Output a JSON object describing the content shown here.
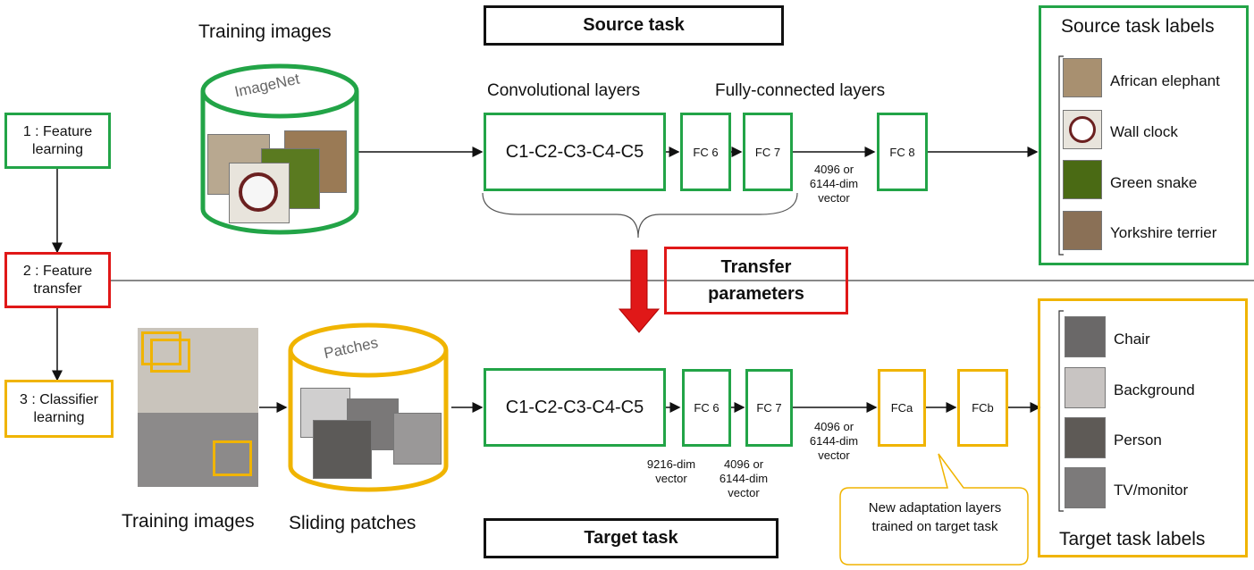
{
  "headers": {
    "source_task": "Source task",
    "target_task": "Target task",
    "training_images_top": "Training images",
    "training_images_bottom": "Training images",
    "sliding_patches": "Sliding patches"
  },
  "steps": {
    "step1": "1 : Feature learning",
    "step2": "2 : Feature transfer",
    "step3": "3 : Classifier learning"
  },
  "cylinders": {
    "imagenet": "ImageNet",
    "patches": "Patches"
  },
  "source_net": {
    "conv_title": "Convolutional layers",
    "fc_title": "Fully-connected layers",
    "conv": "C1-C2-C3-C4-C5",
    "fc6": "FC 6",
    "fc7": "FC 7",
    "fc8": "FC 8",
    "vec": "4096 or 6144-dim vector"
  },
  "transfer": {
    "label": "Transfer parameters"
  },
  "target_net": {
    "conv": "C1-C2-C3-C4-C5",
    "fc6": "FC 6",
    "fc7": "FC 7",
    "fca": "FCa",
    "fcb": "FCb",
    "vec_conv": "9216-dim vector",
    "vec_fc6": "4096 or 6144-dim vector",
    "vec_fc7": "4096 or 6144-dim vector"
  },
  "callout": {
    "text": "New adaptation layers trained on target task"
  },
  "source_labels": {
    "title": "Source task labels",
    "items": [
      "African elephant",
      "Wall clock",
      "Green snake",
      "Yorkshire terrier"
    ]
  },
  "target_labels": {
    "title": "Target task labels",
    "items": [
      "Chair",
      "Background",
      "Person",
      "TV/monitor"
    ]
  },
  "colors": {
    "green": "#22a447",
    "yellow": "#f0b400",
    "red": "#e01818",
    "black": "#111111"
  }
}
